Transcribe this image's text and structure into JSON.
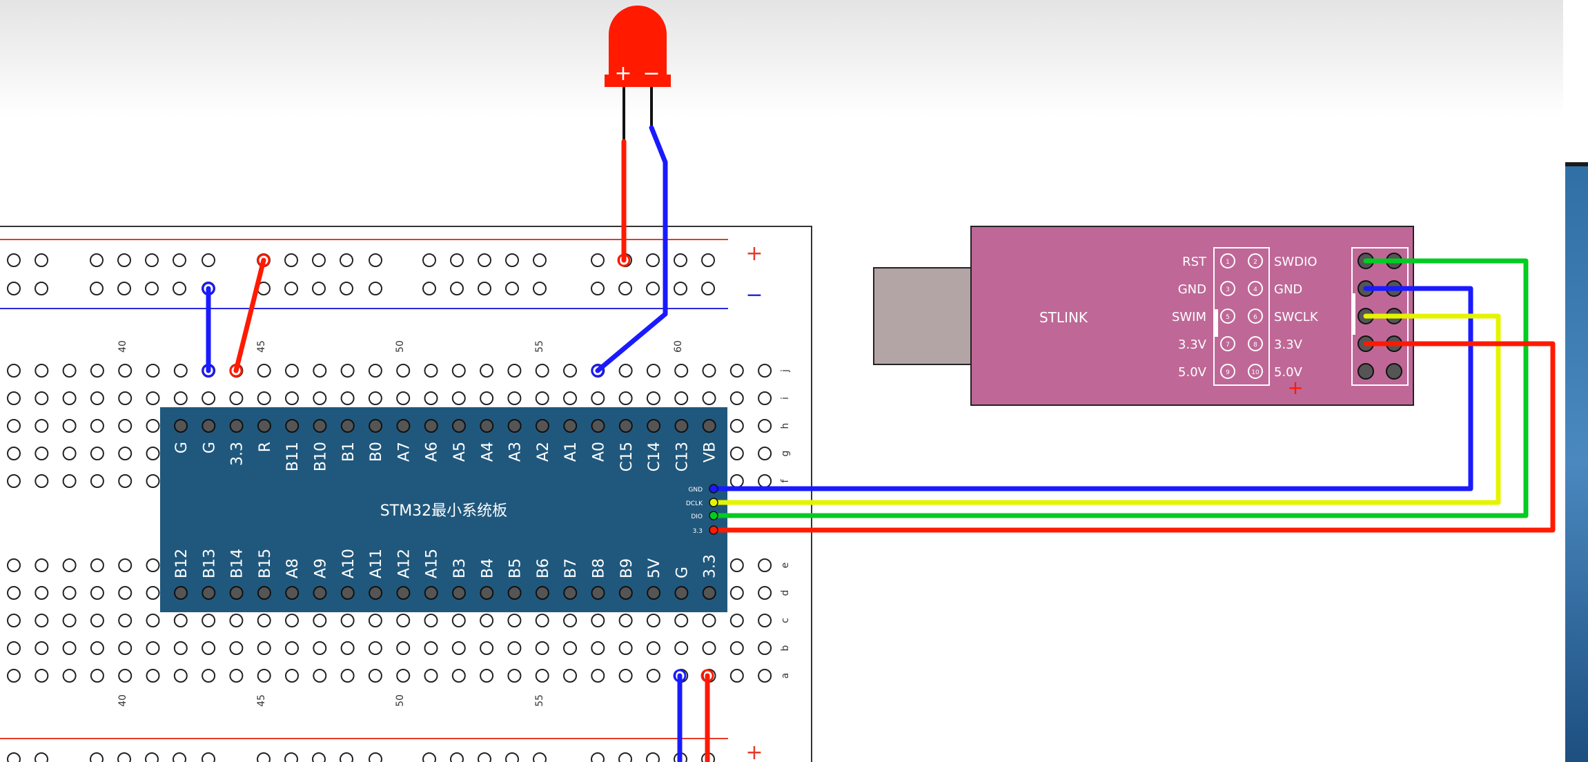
{
  "led": {
    "plus": "+",
    "minus": "−"
  },
  "breadboard": {
    "rail_plus": "+",
    "rail_minus": "−",
    "top_col_numbers": [
      "40",
      "45",
      "50",
      "55",
      "60"
    ],
    "bottom_col_numbers": [
      "40",
      "45",
      "50",
      "55"
    ],
    "row_letters_top": [
      "j",
      "i",
      "h",
      "g",
      "f"
    ],
    "row_letters_bottom": [
      "e",
      "d",
      "c",
      "b",
      "a"
    ]
  },
  "stm32": {
    "title": "STM32最小系统板",
    "top_pins": [
      "G",
      "G",
      "3.3",
      "R",
      "B11",
      "B10",
      "B1",
      "B0",
      "A7",
      "A6",
      "A5",
      "A4",
      "A3",
      "A2",
      "A1",
      "A0",
      "C15",
      "C14",
      "C13",
      "VB"
    ],
    "bottom_pins": [
      "B12",
      "B13",
      "B14",
      "B15",
      "A8",
      "A9",
      "A10",
      "A11",
      "A12",
      "A15",
      "B3",
      "B4",
      "B5",
      "B6",
      "B7",
      "B8",
      "B9",
      "5V",
      "G",
      "3.3"
    ],
    "swd_pins": [
      "GND",
      "DCLK",
      "DIO",
      "3.3"
    ]
  },
  "stlink": {
    "label": "STLINK",
    "left_labels": [
      "RST",
      "GND",
      "SWIM",
      "3.3V",
      "5.0V"
    ],
    "right_labels": [
      "SWDIO",
      "GND",
      "SWCLK",
      "3.3V",
      "5.0V"
    ],
    "pin_numbers": [
      "1",
      "2",
      "3",
      "4",
      "5",
      "6",
      "7",
      "8",
      "9",
      "10"
    ],
    "plus_mark": "+"
  },
  "colors": {
    "wire_red": "#ff1a00",
    "wire_blue": "#1a1aff",
    "wire_green": "#00cc22",
    "wire_yellow": "#e4f400",
    "stm32_board": "#20587d",
    "stlink_board": "#bf6897",
    "usb_plug": "#b3a5a5",
    "led_red": "#ff1a00"
  }
}
